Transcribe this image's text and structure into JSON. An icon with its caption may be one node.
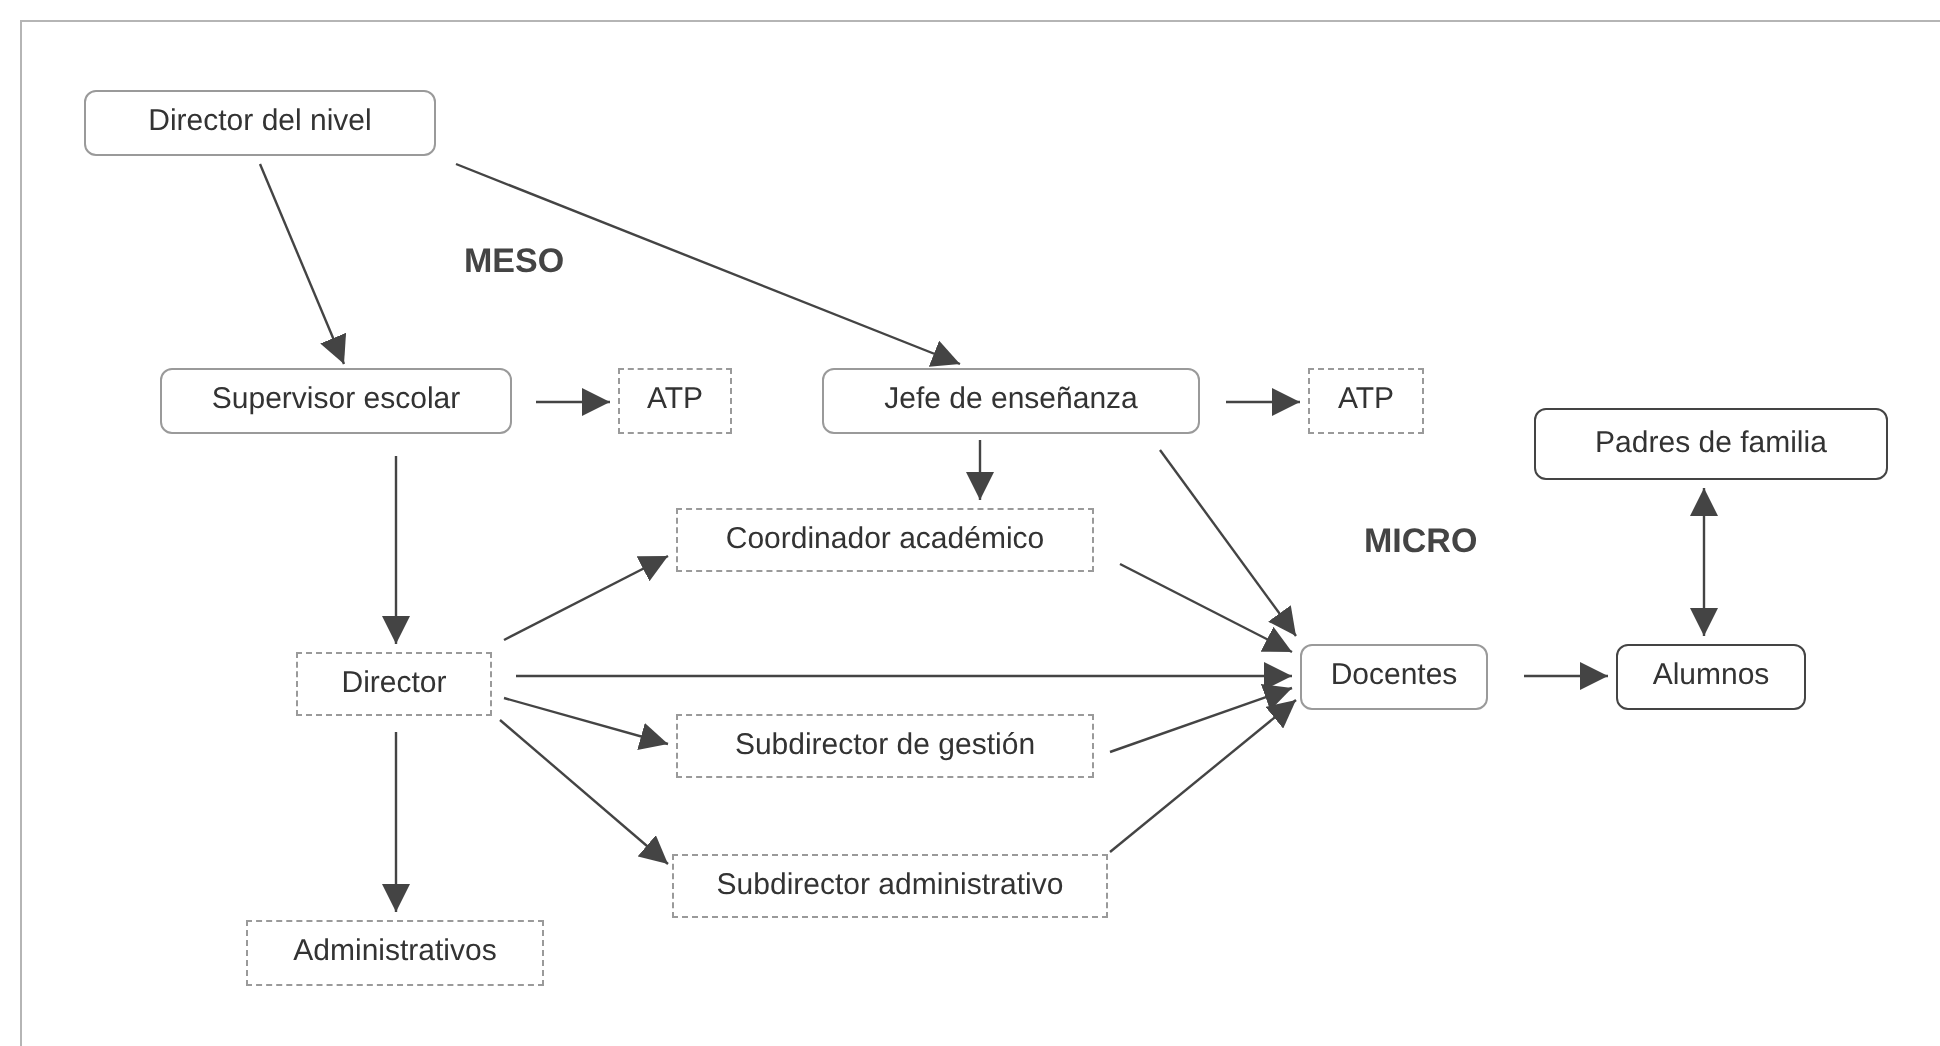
{
  "diagram": {
    "nodes": [
      {
        "text": [
          "Director del nivel"
        ]
      },
      {
        "text": [
          "Supervisor escolar"
        ]
      },
      {
        "text": [
          "ATP"
        ]
      },
      {
        "text": [
          "Jefe de enseñanza"
        ]
      },
      {
        "text": [
          "ATP"
        ]
      },
      {
        "text": [
          "Padres de familia"
        ]
      },
      {
        "text": [
          "Coordinador académico"
        ]
      },
      {
        "text": [
          "Director"
        ]
      },
      {
        "text": [
          "Docentes"
        ]
      },
      {
        "text": [
          "Alumnos"
        ]
      },
      {
        "text": [
          "Subdirector de gestión"
        ]
      },
      {
        "text": [
          "Subdirector administrativo"
        ]
      },
      {
        "text": [
          "Administrativos"
        ]
      }
    ],
    "edges": [
      {
        "from": 0,
        "to": 1,
        "arrow": "to"
      },
      {
        "from": 0,
        "to": 3,
        "arrow": "to"
      },
      {
        "from": 1,
        "to": 2,
        "arrow": "to"
      },
      {
        "from": 3,
        "to": 4,
        "arrow": "to"
      },
      {
        "from": 1,
        "to": 7,
        "arrow": "to"
      },
      {
        "from": 3,
        "to": 6,
        "arrow": "to"
      },
      {
        "from": 3,
        "to": 8,
        "arrow": "to"
      },
      {
        "from": 6,
        "to": 8,
        "arrow": "to"
      },
      {
        "from": 7,
        "to": 6,
        "arrow": "to"
      },
      {
        "from": 7,
        "to": 8,
        "arrow": "to"
      },
      {
        "from": 7,
        "to": 10,
        "arrow": "to"
      },
      {
        "from": 7,
        "to": 11,
        "arrow": "to"
      },
      {
        "from": 7,
        "to": 12,
        "arrow": "to"
      },
      {
        "from": 10,
        "to": 8,
        "arrow": "to"
      },
      {
        "from": 11,
        "to": 8,
        "arrow": "to"
      },
      {
        "from": 8,
        "to": 9,
        "arrow": "to"
      },
      {
        "from": 5,
        "to": 9,
        "arrow": "both"
      }
    ],
    "labels": [
      "MESO",
      "MICRO"
    ]
  }
}
